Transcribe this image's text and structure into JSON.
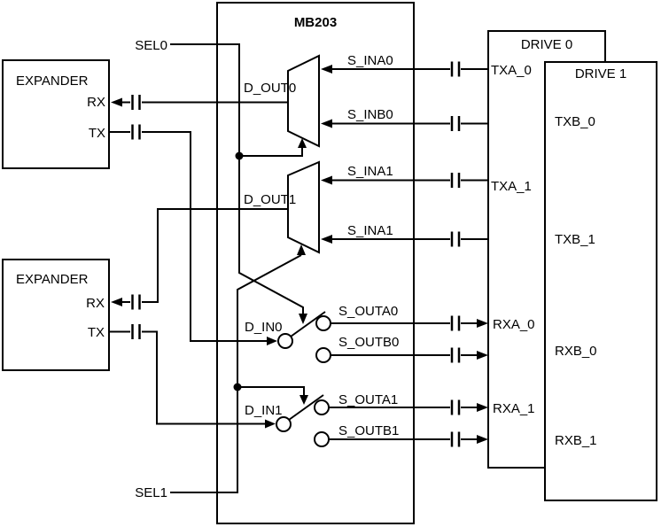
{
  "diagram": {
    "title": "MB203",
    "colors": {
      "line": "#000000",
      "background": "#ffffff",
      "text": "#000000"
    },
    "expander_top": {
      "title": "EXPANDER",
      "rx": "RX",
      "tx": "TX"
    },
    "expander_bottom": {
      "title": "EXPANDER",
      "rx": "RX",
      "tx": "TX"
    },
    "selects": {
      "sel0": "SEL0",
      "sel1": "SEL1"
    },
    "muxes": {
      "mux0": {
        "output": "D_OUT0",
        "input_a": "S_INA0",
        "input_b": "S_INB0"
      },
      "mux1": {
        "output": "D_OUT1",
        "input_a": "S_INA1",
        "input_b": "S_INA1"
      }
    },
    "switches": {
      "sw0": {
        "input": "D_IN0",
        "out_a": "S_OUTA0",
        "out_b": "S_OUTB0"
      },
      "sw1": {
        "input": "D_IN1",
        "out_a": "S_OUTA1",
        "out_b": "S_OUTB1"
      }
    },
    "drive0": {
      "title": "DRIVE 0",
      "tx0": "TXA_0",
      "tx1": "TXA_1",
      "rx0": "RXA_0",
      "rx1": "RXA_1"
    },
    "drive1": {
      "title": "DRIVE 1",
      "tx0": "TXB_0",
      "tx1": "TXB_1",
      "rx0": "RXB_0",
      "rx1": "RXB_1"
    }
  }
}
